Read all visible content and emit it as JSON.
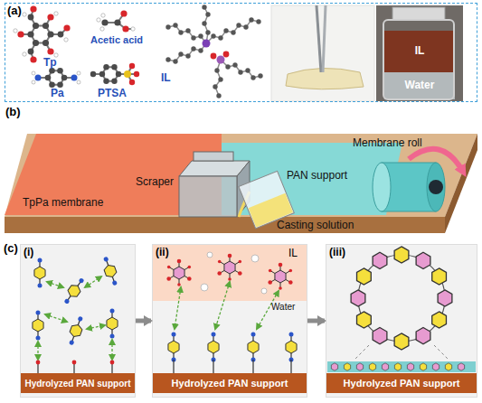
{
  "diagram": {
    "nodes": [
      {
        "text": [
          "(a)"
        ]
      },
      {
        "text": [
          "IL"
        ],
        "in": 0
      },
      {
        "text": [
          "Water"
        ],
        "in": 0
      },
      {
        "text": [
          "TpPa membrane"
        ]
      },
      {
        "text": [
          "PAN support"
        ]
      },
      {
        "text": [
          "(i)"
        ]
      },
      {
        "text": [
          "Hydrolyzed PAN support"
        ],
        "in": 5
      },
      {
        "text": [
          "(ii)"
        ]
      },
      {
        "text": [
          "IL"
        ],
        "in": 7
      },
      {
        "text": [
          "Hydrolyzed PAN support"
        ],
        "in": 7
      },
      {
        "text": [
          "(iii)"
        ]
      },
      {
        "text": [
          "Hydrolyzed PAN support"
        ],
        "in": 10
      }
    ],
    "edges": [
      {
        "from": 5,
        "to": 7,
        "arrow": "to"
      },
      {
        "from": 7,
        "to": 10,
        "arrow": "to"
      }
    ],
    "labels": [
      "Tp",
      "Acetic acid",
      "Pa",
      "PTSA",
      "IL",
      "Scraper",
      "Casting solution",
      "Membrane roll",
      "(b)",
      "(c)",
      "Water"
    ]
  }
}
